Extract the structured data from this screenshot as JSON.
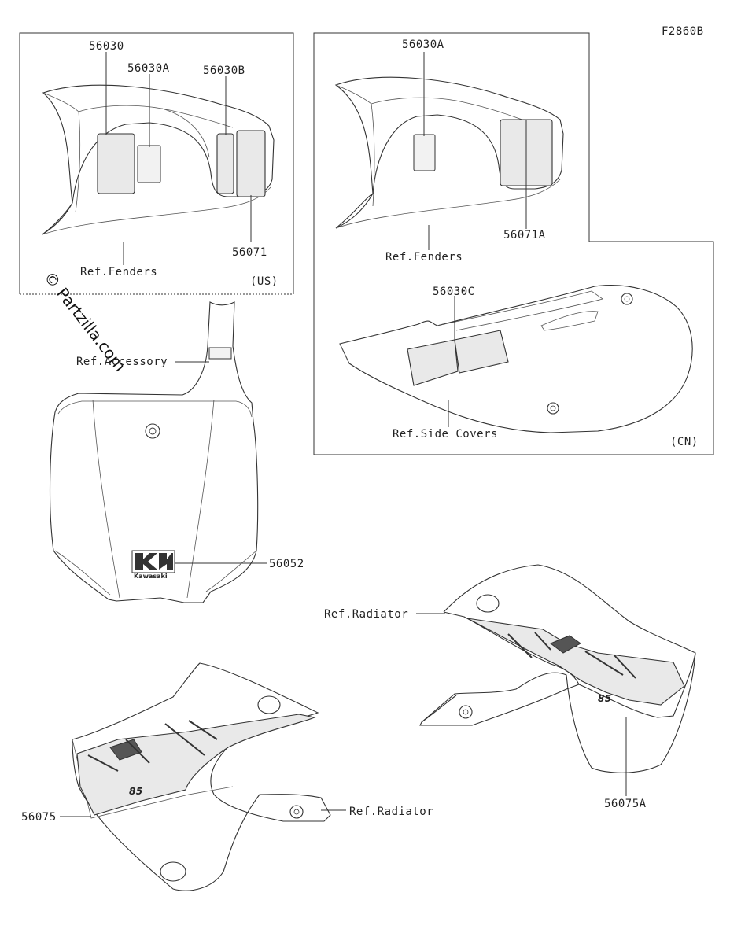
{
  "figure_code": "F2860B",
  "watermark": "© Partzilla.com",
  "panels": {
    "us": {
      "region_label": "(US)",
      "callouts": [
        "56030",
        "56030A",
        "56030B",
        "56071"
      ],
      "reference": "Ref.Fenders"
    },
    "cn": {
      "region_label": "(CN)",
      "callouts": [
        "56030A",
        "56071A",
        "56030C"
      ],
      "reference_fenders": "Ref.Fenders",
      "reference_side_covers": "Ref.Side Covers"
    }
  },
  "number_plate": {
    "reference": "Ref.Accessory",
    "callout": "56052",
    "logo_text": "Kawasaki"
  },
  "right_shroud": {
    "reference": "Ref.Radiator",
    "callout": "56075A"
  },
  "left_shroud": {
    "reference": "Ref.Radiator",
    "callout": "56075"
  }
}
